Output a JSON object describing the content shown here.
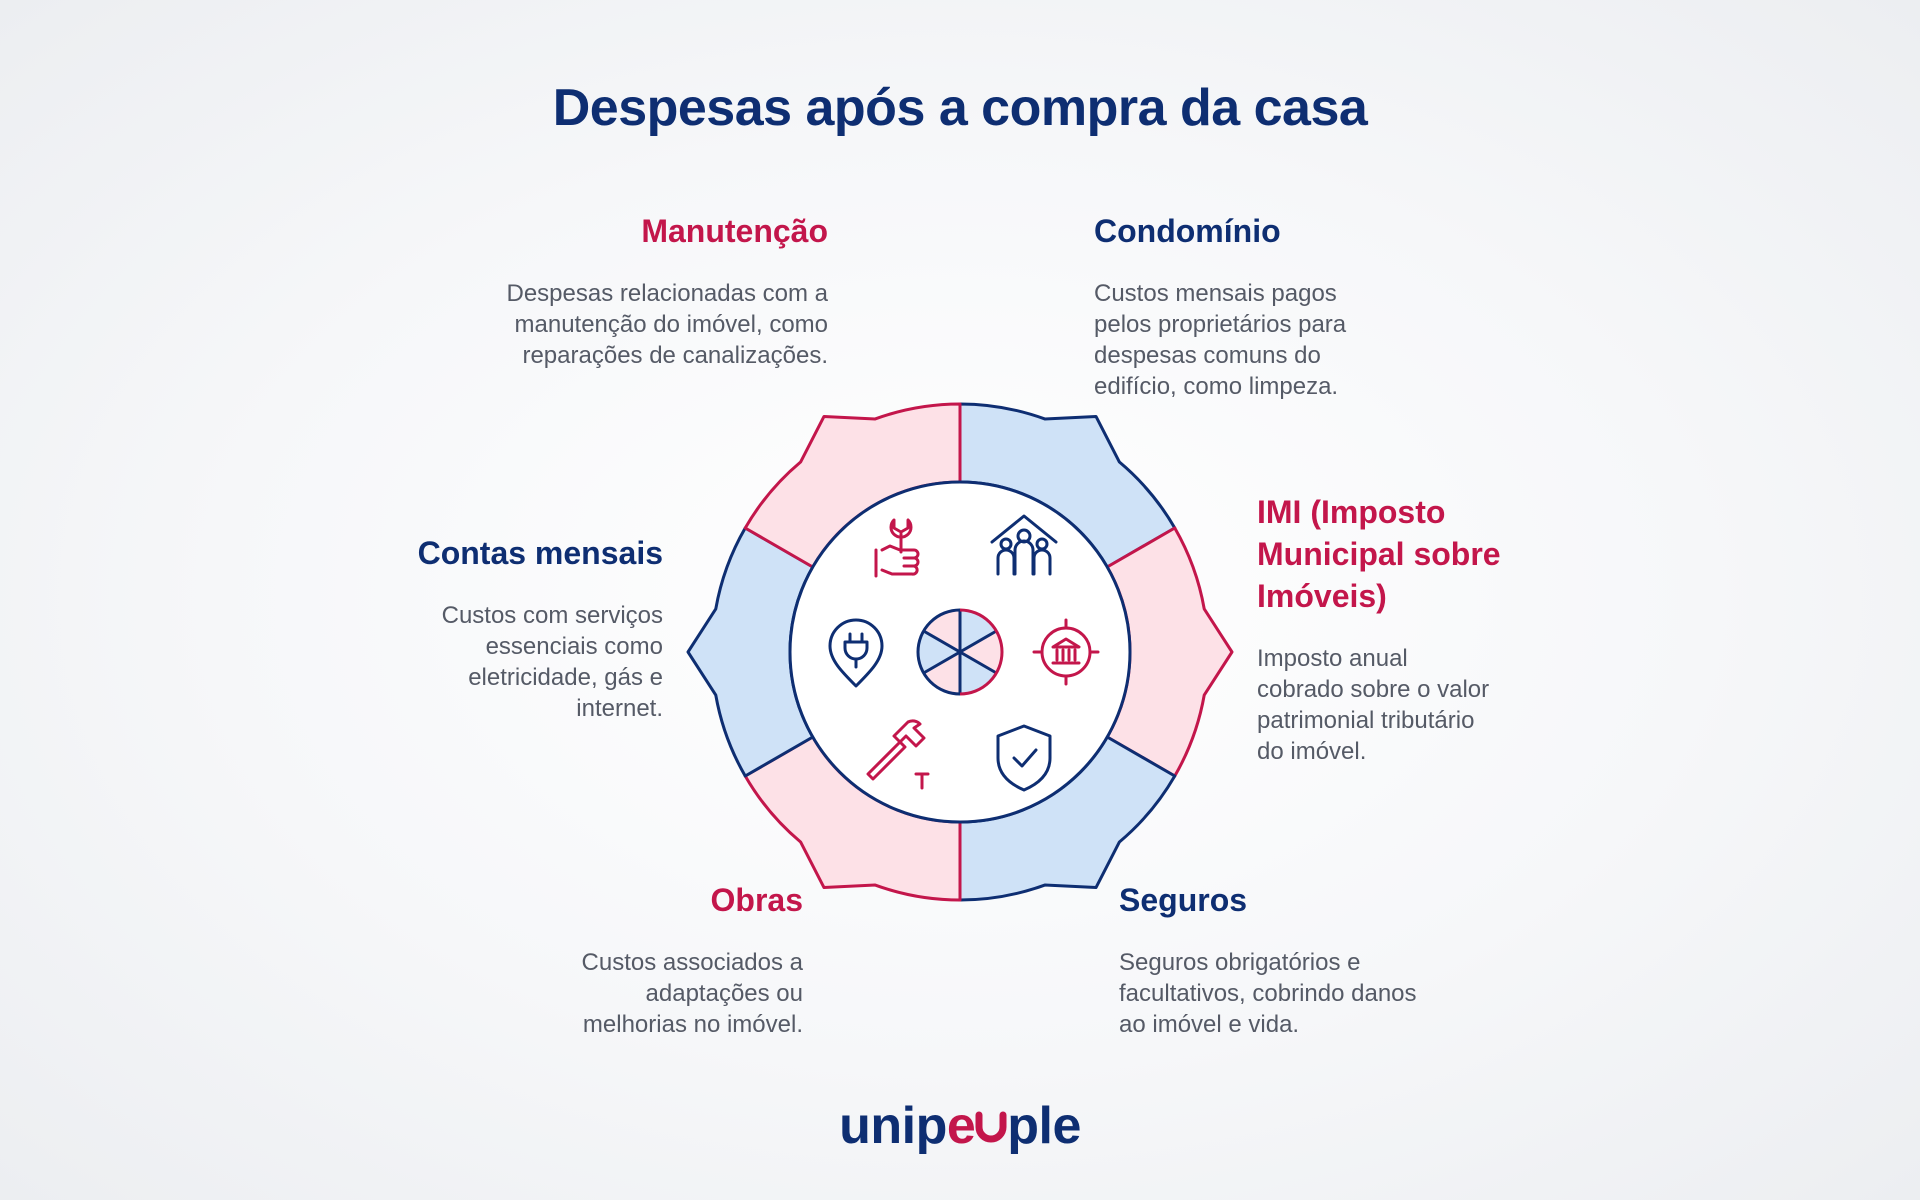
{
  "title": "Despesas após a compra da casa",
  "colors": {
    "navy": "#0e2e72",
    "crimson": "#c3164b",
    "pink_fill": "#fde1e7",
    "blue_fill": "#cfe2f7",
    "body_text": "#555a66"
  },
  "sections": {
    "manutencao": {
      "heading": "Manutenção",
      "text": "Despesas relacionadas com a manutenção do imóvel, como reparações de canalizações.",
      "icon": "wrench-hand-icon"
    },
    "condominio": {
      "heading": "Condomínio",
      "text": "Custos mensais pagos pelos proprietários para despesas comuns do edifício, como limpeza.",
      "icon": "community-house-icon"
    },
    "imi": {
      "heading": "IMI (Imposto Municipal sobre Imóveis)",
      "text": "Imposto anual cobrado sobre o valor patrimonial tributário do imóvel.",
      "icon": "bank-target-icon"
    },
    "seguros": {
      "heading": "Seguros",
      "text": "Seguros obrigatórios e facultativos, cobrindo danos ao imóvel e vida.",
      "icon": "shield-check-icon"
    },
    "obras": {
      "heading": "Obras",
      "text": "Custos associados a adaptações ou melhorias no imóvel.",
      "icon": "hammer-nail-icon"
    },
    "contas": {
      "heading": "Contas mensais",
      "text": "Custos com serviços essenciais como eletricidade, gás e internet.",
      "icon": "plug-pin-icon"
    }
  },
  "logo": {
    "part1": "unip",
    "part2": "e",
    "part3": "ple"
  }
}
